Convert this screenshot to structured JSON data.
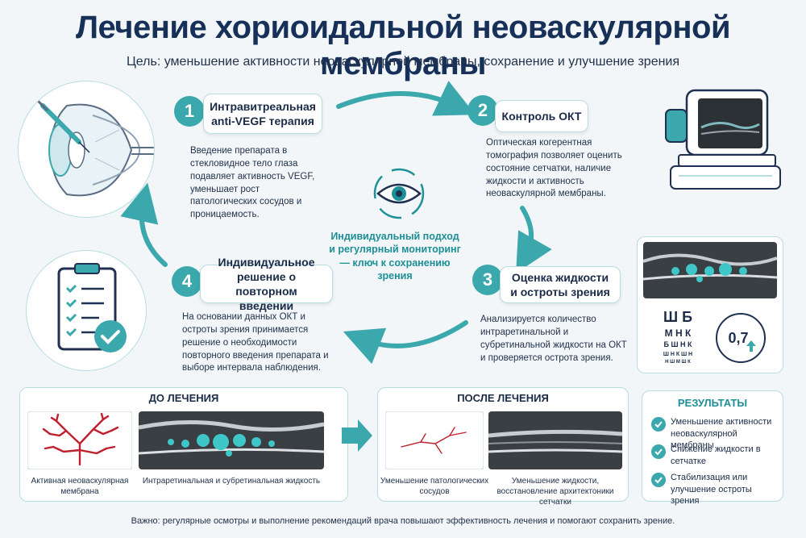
{
  "title": "Лечение хориоидальной неоваскулярной мембраны",
  "subtitle": "Цель: уменьшение активности неоваскулярной мембраны, сохранение и улучшение зрения",
  "steps": [
    {
      "num": "1",
      "title": "Интравитреальная anti-VEGF терапия",
      "desc": "Введение препарата в стекловидное тело глаза подавляет активность VEGF, уменьшает рост патологических сосудов и проницаемость."
    },
    {
      "num": "2",
      "title": "Контроль ОКТ",
      "desc": "Оптическая когерентная томография позволяет оценить состояние сетчатки, наличие жидкости и активность неоваскулярной мембраны."
    },
    {
      "num": "3",
      "title": "Оценка жидкости и остроты зрения",
      "desc": "Анализируется количество интраретинальной и субретинальной жидкости на ОКТ и проверяется острота зрения."
    },
    {
      "num": "4",
      "title": "Индивидуальное решение о повторном введении",
      "desc": "На основании данных ОКТ и остроты зрения принимается решение о необходимости повторного введения препарата и выборе интервала наблюдения."
    }
  ],
  "center_text": "Индивидуальный подход и регулярный мониторинг — ключ к сохранению зрения",
  "eye_chart": {
    "rows": [
      "Ш Б",
      "М Н К",
      "Б Ш Н К",
      "Ш Н К Ш Н",
      "Н Ш М Ш К"
    ],
    "acuity": "0,7"
  },
  "before": {
    "title": "ДО ЛЕЧЕНИЯ",
    "caption_left": "Активная неоваскулярная мембрана",
    "caption_right": "Интраретинальная и субретинальная жидкость"
  },
  "after": {
    "title": "ПОСЛЕ ЛЕЧЕНИЯ",
    "caption_left": "Уменьшение патологических сосудов",
    "caption_right": "Уменьшение жидкости, восстановление архитектоники сетчатки"
  },
  "results": {
    "title": "РЕЗУЛЬТАТЫ",
    "items": [
      "Уменьшение активности неоваскулярной мембраны",
      "Снижение жидкости в сетчатке",
      "Стабилизация или улучшение остроты зрения"
    ]
  },
  "footer": "Важно: регулярные осмотры и выполнение рекомендаций врача повышают эффективность лечения и помогают сохранить зрение.",
  "colors": {
    "accent": "#3aa8ad",
    "title": "#173058",
    "vessel": "#c0202e",
    "fluid": "#3ec6c8"
  }
}
